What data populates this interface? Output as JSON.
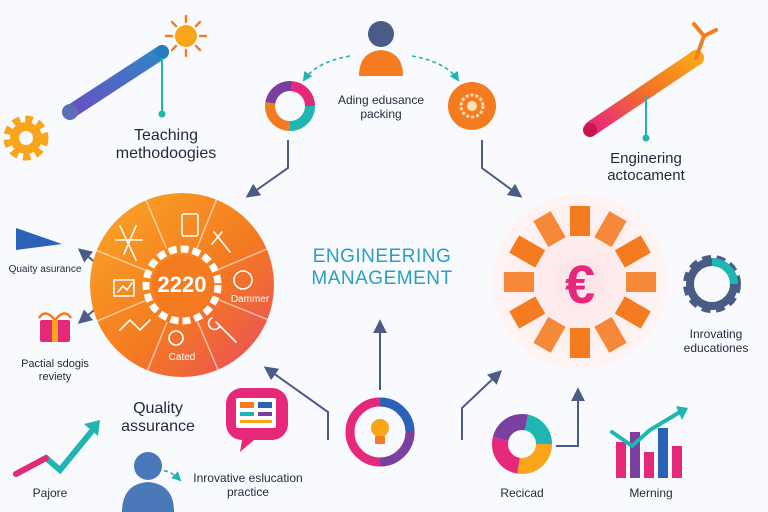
{
  "center_title": {
    "line1": "ENGINEERING",
    "line2": "MANAGEMENT"
  },
  "left_wheel": {
    "center_text": "2220",
    "seg_damper": "Dammer",
    "seg_cated": "Cated"
  },
  "right_wheel": {
    "symbol": "€"
  },
  "labels": {
    "teaching": {
      "line1": "Teaching",
      "line2": "methodoogies"
    },
    "adding": {
      "line1": "Ading edusance",
      "line2": "packing"
    },
    "engineering_act": {
      "line1": "Enginering",
      "line2": "actocament"
    },
    "quality_small": "Quaity asurance",
    "partial": {
      "line1": "Pactial sdogis",
      "line2": "reviety"
    },
    "quality_big": {
      "line1": "Quality",
      "line2": "assurance"
    },
    "pajore": "Pajore",
    "innovative_practice": {
      "line1": "Inrovative eslucation",
      "line2": "practice"
    },
    "innovating_edu": {
      "line1": "Inrovating",
      "line2": "educationes"
    },
    "recicad": "Recicad",
    "merning": "Merning"
  },
  "colors": {
    "orange": "#f47b20",
    "amber": "#f8a51c",
    "pink": "#e5287a",
    "purple": "#7b3fa0",
    "blue": "#3f6fb5",
    "teal": "#1fb5b0",
    "slate": "#4a5c86",
    "center_text": "#2a9fc4"
  }
}
